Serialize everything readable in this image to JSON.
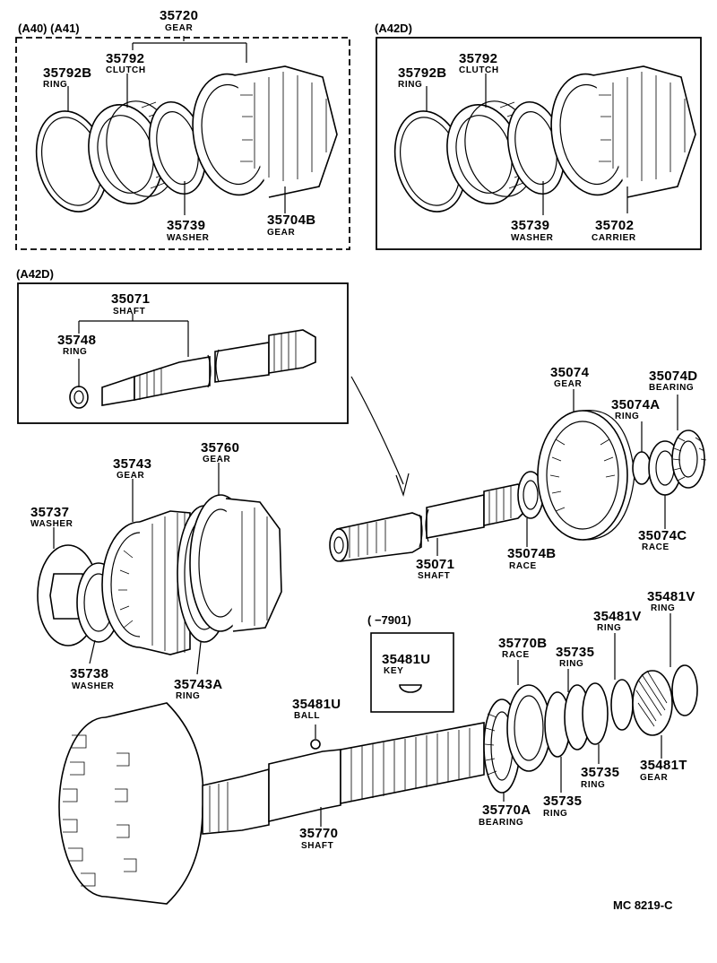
{
  "groups": {
    "a40a41_label": "(A40)  (A41)",
    "a42d_top_label": "(A42D)",
    "a42d_shaft_label": "(A42D)",
    "range_label": "(          −7901)"
  },
  "parts": {
    "p35720": {
      "num": "35720",
      "name": "GEAR"
    },
    "p35792b_l": {
      "num": "35792B",
      "name": "RING"
    },
    "p35792_l": {
      "num": "35792",
      "name": "CLUTCH"
    },
    "p35739_l": {
      "num": "35739",
      "name": "WASHER"
    },
    "p35704b": {
      "num": "35704B",
      "name": "GEAR"
    },
    "p35792b_r": {
      "num": "35792B",
      "name": "RING"
    },
    "p35792_r": {
      "num": "35792",
      "name": "CLUTCH"
    },
    "p35739_r": {
      "num": "35739",
      "name": "WASHER"
    },
    "p35702": {
      "num": "35702",
      "name": "CARRIER"
    },
    "p35071_top": {
      "num": "35071",
      "name": "SHAFT"
    },
    "p35748": {
      "num": "35748",
      "name": "RING"
    },
    "p35074": {
      "num": "35074",
      "name": "GEAR"
    },
    "p35074d": {
      "num": "35074D",
      "name": "BEARING"
    },
    "p35074a": {
      "num": "35074A",
      "name": "RING"
    },
    "p35074c": {
      "num": "35074C",
      "name": "RACE"
    },
    "p35074b": {
      "num": "35074B",
      "name": "RACE"
    },
    "p35071_mid": {
      "num": "35071",
      "name": "SHAFT"
    },
    "p35743": {
      "num": "35743",
      "name": "GEAR"
    },
    "p35760": {
      "num": "35760",
      "name": "GEAR"
    },
    "p35737": {
      "num": "35737",
      "name": "WASHER"
    },
    "p35738": {
      "num": "35738",
      "name": "WASHER"
    },
    "p35743a": {
      "num": "35743A",
      "name": "RING"
    },
    "p35481u_key": {
      "num": "35481U",
      "name": "KEY"
    },
    "p35481u_ball": {
      "num": "35481U",
      "name": "BALL"
    },
    "p35770b": {
      "num": "35770B",
      "name": "RACE"
    },
    "p35735_a": {
      "num": "35735",
      "name": "RING"
    },
    "p35481v_a": {
      "num": "35481V",
      "name": "RING"
    },
    "p35481v_b": {
      "num": "35481V",
      "name": "RING"
    },
    "p35735_b": {
      "num": "35735",
      "name": "RING"
    },
    "p35481t": {
      "num": "35481T",
      "name": "GEAR"
    },
    "p35770a": {
      "num": "35770A",
      "name": "BEARING"
    },
    "p35735_c": {
      "num": "35735",
      "name": "RING"
    },
    "p35770": {
      "num": "35770",
      "name": "SHAFT"
    }
  },
  "footer": {
    "code": "MC 8219-C"
  }
}
